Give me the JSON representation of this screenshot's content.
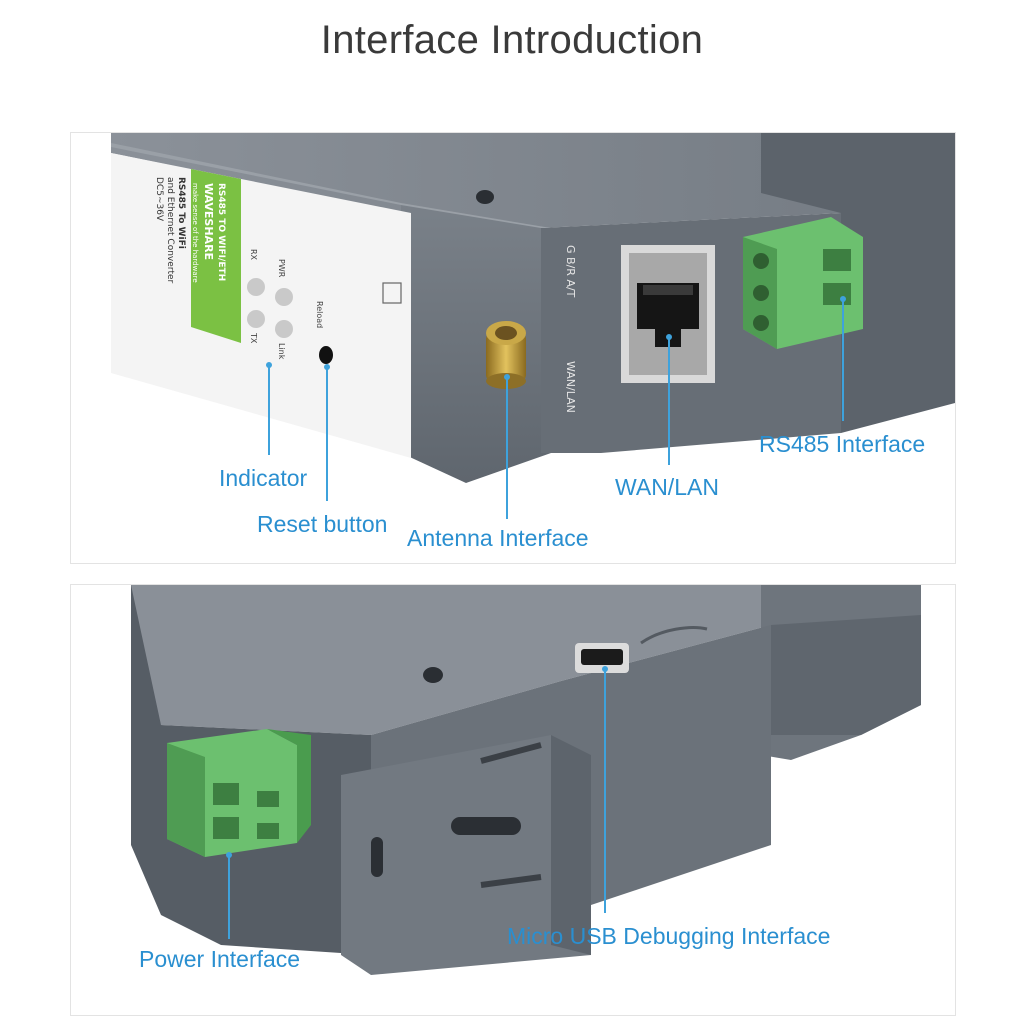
{
  "title": "Interface Introduction",
  "colors": {
    "accent": "#2a8fd0",
    "device_gray": "#6c737b",
    "terminal_green": "#6cc06f",
    "label_green": "#7bc143"
  },
  "top_panel": {
    "device_label": {
      "brand": "WAVESHARE",
      "tagline": "make sense of the hardware",
      "model": "RS485 TO WIFI/ETH",
      "desc_line1": "RS485 To WiFi",
      "desc_line2": "and Ethernet Converter",
      "desc_line3": "DC5~36V",
      "led_pwr": "PWR",
      "led_rx": "RX",
      "led_link": "Link",
      "led_tx": "TX",
      "reload": "Reload"
    },
    "port_labels": {
      "rs485_pins": "G  B/R  A/T",
      "wan_lan": "WAN/LAN"
    },
    "callouts": {
      "indicator": "Indicator",
      "reset_button": "Reset button",
      "antenna_interface": "Antenna Interface",
      "wan_lan": "WAN/LAN",
      "rs485_interface": "RS485 Interface"
    }
  },
  "bottom_panel": {
    "callouts": {
      "power_interface": "Power Interface",
      "micro_usb": "Micro USB Debugging Interface"
    }
  }
}
